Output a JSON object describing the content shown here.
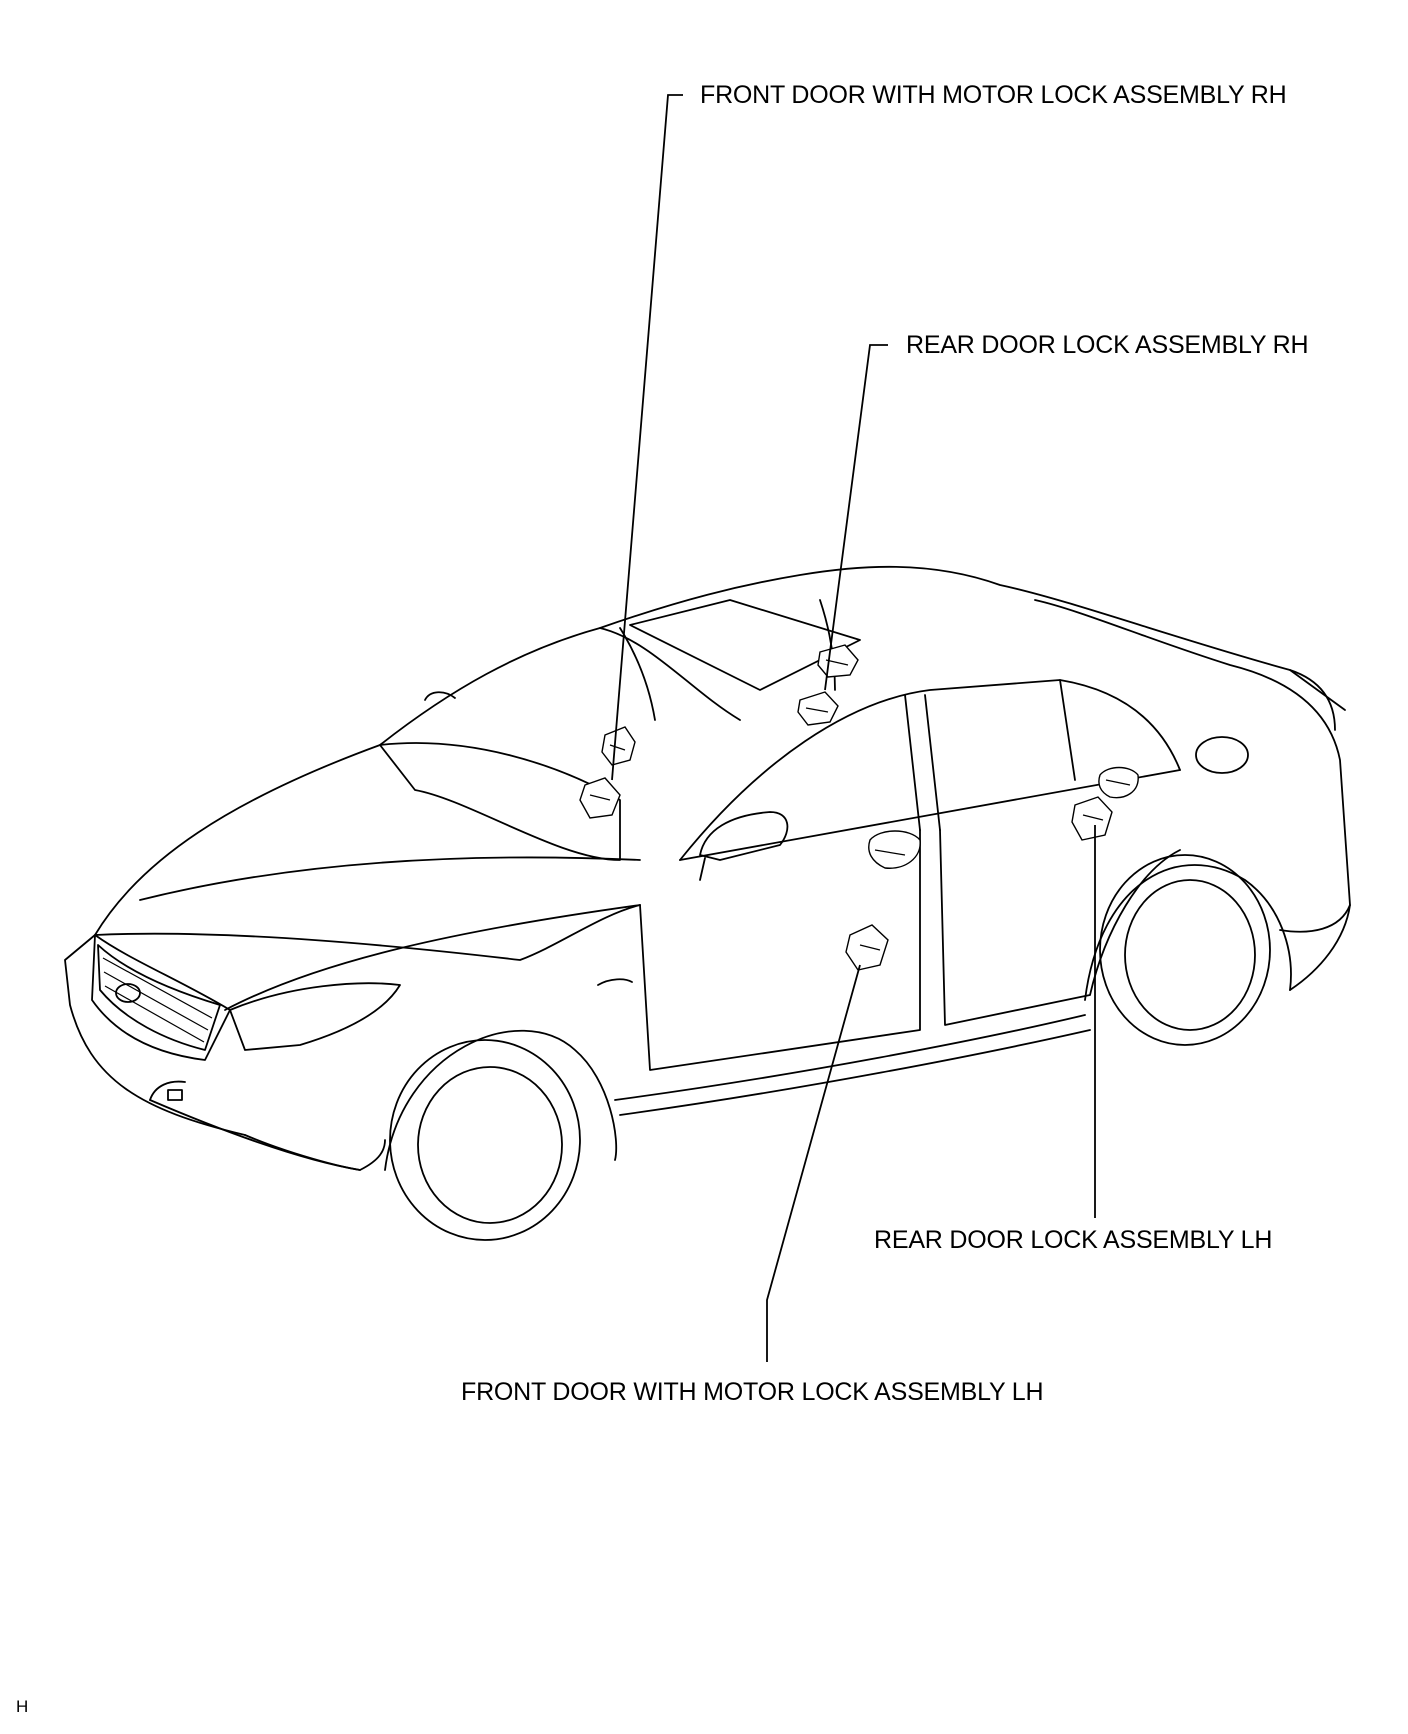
{
  "labels": {
    "front_rh": "FRONT DOOR WITH MOTOR LOCK ASSEMBLY RH",
    "rear_rh": "REAR DOOR LOCK ASSEMBLY RH",
    "rear_lh": "REAR DOOR LOCK ASSEMBLY LH",
    "front_lh": "FRONT DOOR WITH MOTOR LOCK ASSEMBLY LH"
  },
  "corner_mark": "H",
  "colors": {
    "line": "#000000",
    "background": "#ffffff"
  }
}
